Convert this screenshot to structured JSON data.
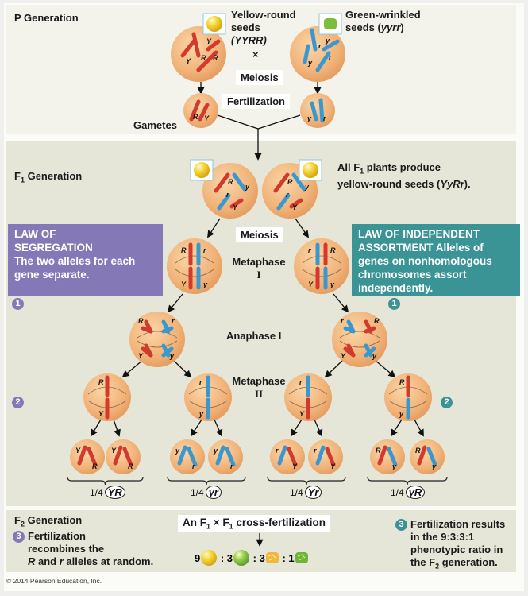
{
  "p_generation": {
    "title": "P Generation",
    "parent1": {
      "label_line1": "Yellow-round",
      "label_line2": "seeds",
      "genotype": "(YYRR)",
      "alleles": [
        "Y",
        "Y",
        "R",
        "R"
      ]
    },
    "cross_symbol": "×",
    "parent2": {
      "label_line1": "Green-wrinkled",
      "label_line2": "seeds (",
      "genotype": "yyrr",
      "label_end": ")",
      "alleles": [
        "y",
        "y",
        "r",
        "r"
      ]
    },
    "meiosis_label": "Meiosis",
    "fertilization_label": "Fertilization",
    "gametes_label": "Gametes",
    "gamete1_alleles": [
      "R",
      "Y"
    ],
    "gamete2_alleles": [
      "y",
      "r"
    ]
  },
  "f1_generation": {
    "title_prefix": "F",
    "title_sub": "1",
    "title_suffix": " Generation",
    "note_line1_a": "All F",
    "note_line1_sub": "1",
    "note_line1_b": " plants produce",
    "note_line2_a": "yellow-round seeds (",
    "note_genotype": "YyRr",
    "note_line2_b": ").",
    "meiosis_label": "Meiosis",
    "metaphase1_label": "Metaphase",
    "metaphase1_roman": "I",
    "anaphase1_label": "Anaphase I",
    "metaphase2_label": "Metaphase",
    "metaphase2_roman": "II"
  },
  "law_of_segregation": {
    "title_line1": "LAW OF",
    "title_line2": "SEGREGATION",
    "text": "The two alleles for each gene separate.",
    "step1": "1",
    "step2": "2"
  },
  "law_of_independent_assortment": {
    "text": "LAW OF INDEPENDENT ASSORTMENT Alleles of genes on nonhomologous chromosomes assort independently.",
    "step1": "1",
    "step2": "2"
  },
  "gamete_fractions": [
    {
      "fraction": "1/4",
      "genotype": "YR"
    },
    {
      "fraction": "1/4",
      "genotype": "yr"
    },
    {
      "fraction": "1/4",
      "genotype": "Yr"
    },
    {
      "fraction": "1/4",
      "genotype": "yR"
    }
  ],
  "f2_generation": {
    "title_prefix": "F",
    "title_sub": "2",
    "title_suffix": " Generation",
    "step3_left": "3",
    "left_text_line1": "Fertilization",
    "left_text_line2": "recombines the",
    "left_text_line3_r": "R",
    "left_text_line3_mid": " and ",
    "left_text_line3_r2": "r",
    "left_text_line3_end": " alleles at random.",
    "cross_label_a": "An F",
    "cross_label_sub1": "1",
    "cross_label_b": " × F",
    "cross_label_sub2": "1",
    "cross_label_c": " cross-fertilization",
    "ratio": [
      {
        "count": "9",
        "phenotype": "yellow-round"
      },
      {
        "count": "3",
        "phenotype": "green-round"
      },
      {
        "count": "3",
        "phenotype": "yellow-wrinkled"
      },
      {
        "count": "1",
        "phenotype": "green-wrinkled"
      }
    ],
    "step3_right": "3",
    "right_text_line1": "Fertilization results",
    "right_text_line2": "in the 9:3:3:1",
    "right_text_line3": "phenotypic ratio in",
    "right_text_line4_a": "the F",
    "right_text_line4_sub": "2",
    "right_text_line4_b": " generation."
  },
  "colors": {
    "cell": "#f0b47a",
    "red_chromosome": "#d23a2e",
    "blue_chromosome": "#3a98d0",
    "segregation_purple": "#8478b6",
    "assortment_teal": "#3a9495",
    "panel_bg": "#e5e5d8"
  },
  "copyright": "© 2014 Pearson Education, Inc."
}
